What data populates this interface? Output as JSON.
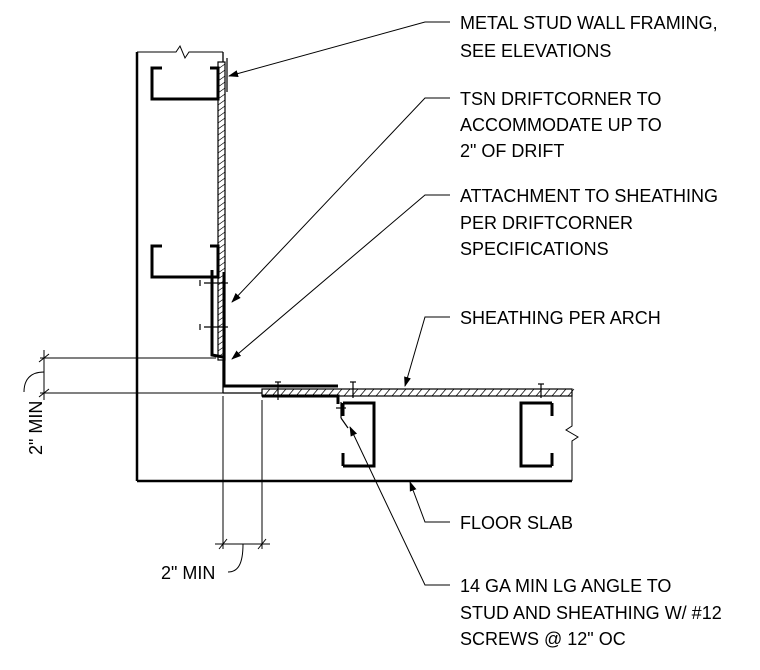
{
  "callouts": {
    "metal_stud": [
      "METAL STUD WALL FRAMING,",
      "SEE ELEVATIONS"
    ],
    "driftcorner": [
      "TSN DRIFTCORNER TO",
      "ACCOMMODATE UP TO",
      "2\" OF DRIFT"
    ],
    "attachment": [
      "ATTACHMENT TO SHEATHING",
      "PER DRIFTCORNER",
      "SPECIFICATIONS"
    ],
    "sheathing": [
      "SHEATHING PER ARCH"
    ],
    "floor_slab": [
      "FLOOR SLAB"
    ],
    "angle": [
      "14 GA MIN LG ANGLE TO",
      "STUD AND SHEATHING W/ #12",
      "SCREWS @ 12\" OC"
    ]
  },
  "dimensions": {
    "vertical": "2\" MIN",
    "horizontal": "2\" MIN"
  }
}
